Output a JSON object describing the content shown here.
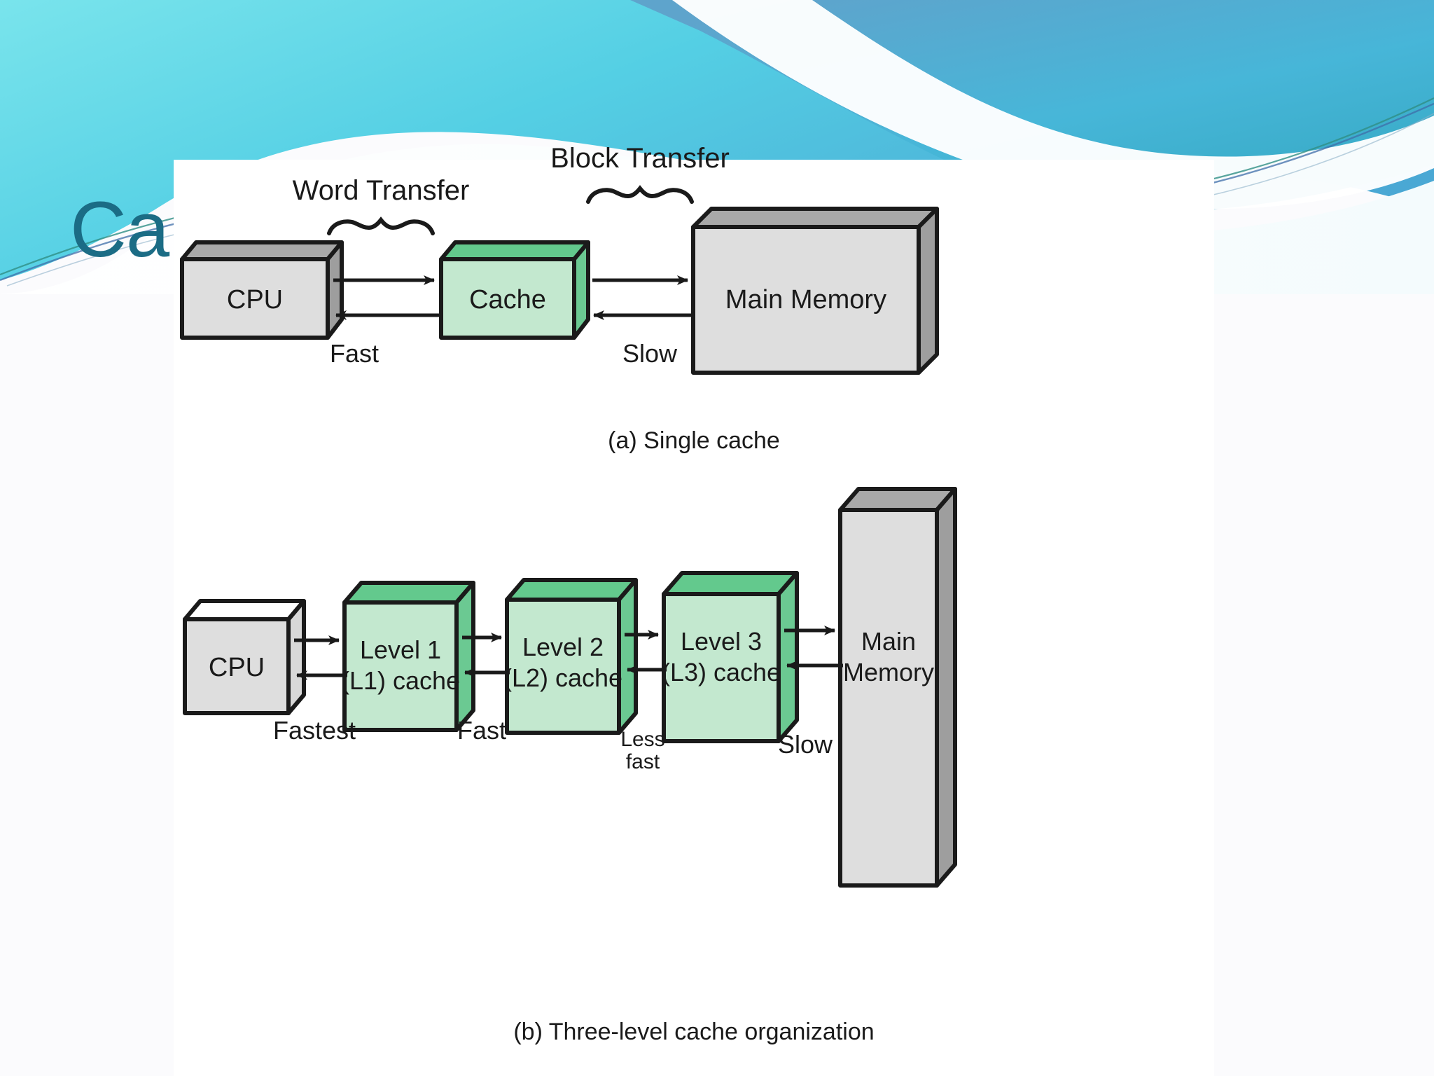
{
  "slide": {
    "title": "Ca",
    "title_color": "#1b6c85",
    "background_colors": {
      "wave_light": "#6fe0ea",
      "wave_mid": "#4cc9e0",
      "wave_deep": "#3ea9cf",
      "wave_steel": "#5d8fc0",
      "wave_teal_line": "#2f8f84",
      "panel": "#ffffff",
      "slide_bg": "#fbfbfd"
    }
  },
  "figure": {
    "colors": {
      "gray_front": "#dedede",
      "gray_top": "#a9a9a9",
      "gray_side": "#9e9e9e",
      "white_front": "#e0e0e0",
      "white_top": "#ffffff",
      "white_side": "#d8d8d8",
      "green_front": "#c3e8cf",
      "green_top": "#63c98d",
      "green_side": "#6bc992",
      "outline": "#1a1a1a"
    },
    "diagram_a": {
      "caption": "(a) Single cache",
      "transfer_labels": [
        {
          "text": "Word Transfer"
        },
        {
          "text": "Block Transfer"
        }
      ],
      "boxes": [
        {
          "label": "CPU",
          "kind": "gray"
        },
        {
          "label": "Cache",
          "kind": "green"
        },
        {
          "label": "Main Memory",
          "kind": "gray"
        }
      ],
      "speed_labels": [
        {
          "text": "Fast"
        },
        {
          "text": "Slow"
        }
      ]
    },
    "diagram_b": {
      "caption": "(b) Three-level cache organization",
      "boxes": [
        {
          "label": "CPU",
          "kind": "white"
        },
        {
          "label_line1": "Level 1",
          "label_line2": "(L1) cache",
          "kind": "green"
        },
        {
          "label_line1": "Level 2",
          "label_line2": "(L2) cache",
          "kind": "green"
        },
        {
          "label_line1": "Level 3",
          "label_line2": "(L3) cache",
          "kind": "green"
        },
        {
          "label_line1": "Main",
          "label_line2": "Memory",
          "kind": "gray"
        }
      ],
      "speed_labels": [
        {
          "text": "Fastest"
        },
        {
          "text": "Fast"
        },
        {
          "text": "Less\nfast"
        },
        {
          "text": "Slow"
        }
      ]
    }
  }
}
